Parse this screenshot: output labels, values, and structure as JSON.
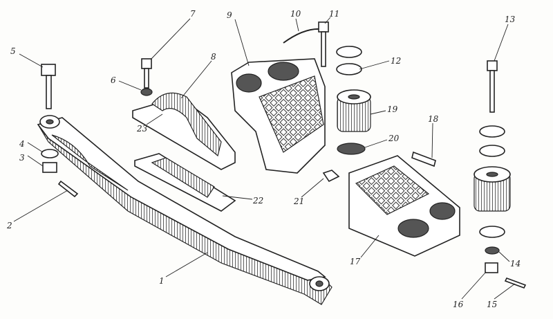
{
  "figure": {
    "labels": [
      "1",
      "2",
      "3",
      "4",
      "5",
      "6",
      "7",
      "8",
      "9",
      "10",
      "11",
      "12",
      "13",
      "14",
      "15",
      "16",
      "17",
      "18",
      "19",
      "20",
      "21",
      "22",
      "23"
    ]
  }
}
